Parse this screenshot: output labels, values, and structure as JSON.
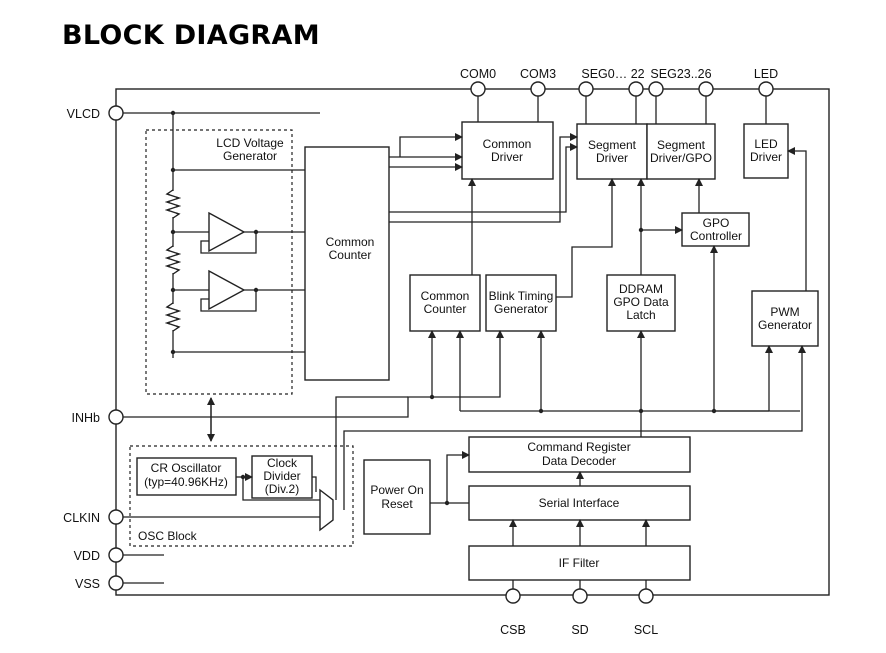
{
  "title": "BLOCK DIAGRAM",
  "pins": {
    "vlcd": "VLCD",
    "inhb": "INHb",
    "clkin": "CLKIN",
    "vdd": "VDD",
    "vss": "VSS",
    "com0": "COM0",
    "com3": "COM3",
    "seg0_22": "SEG0… 22",
    "seg23_26": "SEG23..26",
    "led": "LED",
    "csb": "CSB",
    "sd": "SD",
    "scl": "SCL"
  },
  "blocks": {
    "lcd_voltage_gen": [
      "LCD Voltage",
      "Generator"
    ],
    "common_counter_big": [
      "Common",
      "Counter"
    ],
    "common_driver": [
      "Common",
      "Driver"
    ],
    "segment_driver": [
      "Segment",
      "Driver"
    ],
    "segment_driver_gpo": [
      "Segment",
      "Driver/GPO"
    ],
    "led_driver": [
      "LED",
      "Driver"
    ],
    "gpo_controller": [
      "GPO",
      "Controller"
    ],
    "common_counter_small": [
      "Common",
      "Counter"
    ],
    "blink_timing_gen": [
      "Blink Timing",
      "Generator"
    ],
    "ddram_latch": [
      "DDRAM",
      "GPO Data",
      "Latch"
    ],
    "pwm_generator": [
      "PWM",
      "Generator"
    ],
    "cr_oscillator": [
      "CR Oscillator",
      "(typ=40.96KHz)"
    ],
    "clock_divider": [
      "Clock",
      "Divider",
      "(Div.2)"
    ],
    "osc_block": "OSC Block",
    "power_on_reset": [
      "Power On",
      "Reset"
    ],
    "command_register": [
      "Command Register",
      "Data Decoder"
    ],
    "serial_interface": "Serial Interface",
    "if_filter": "IF Filter"
  },
  "colors": {
    "line": "#222222",
    "background": "#ffffff"
  }
}
